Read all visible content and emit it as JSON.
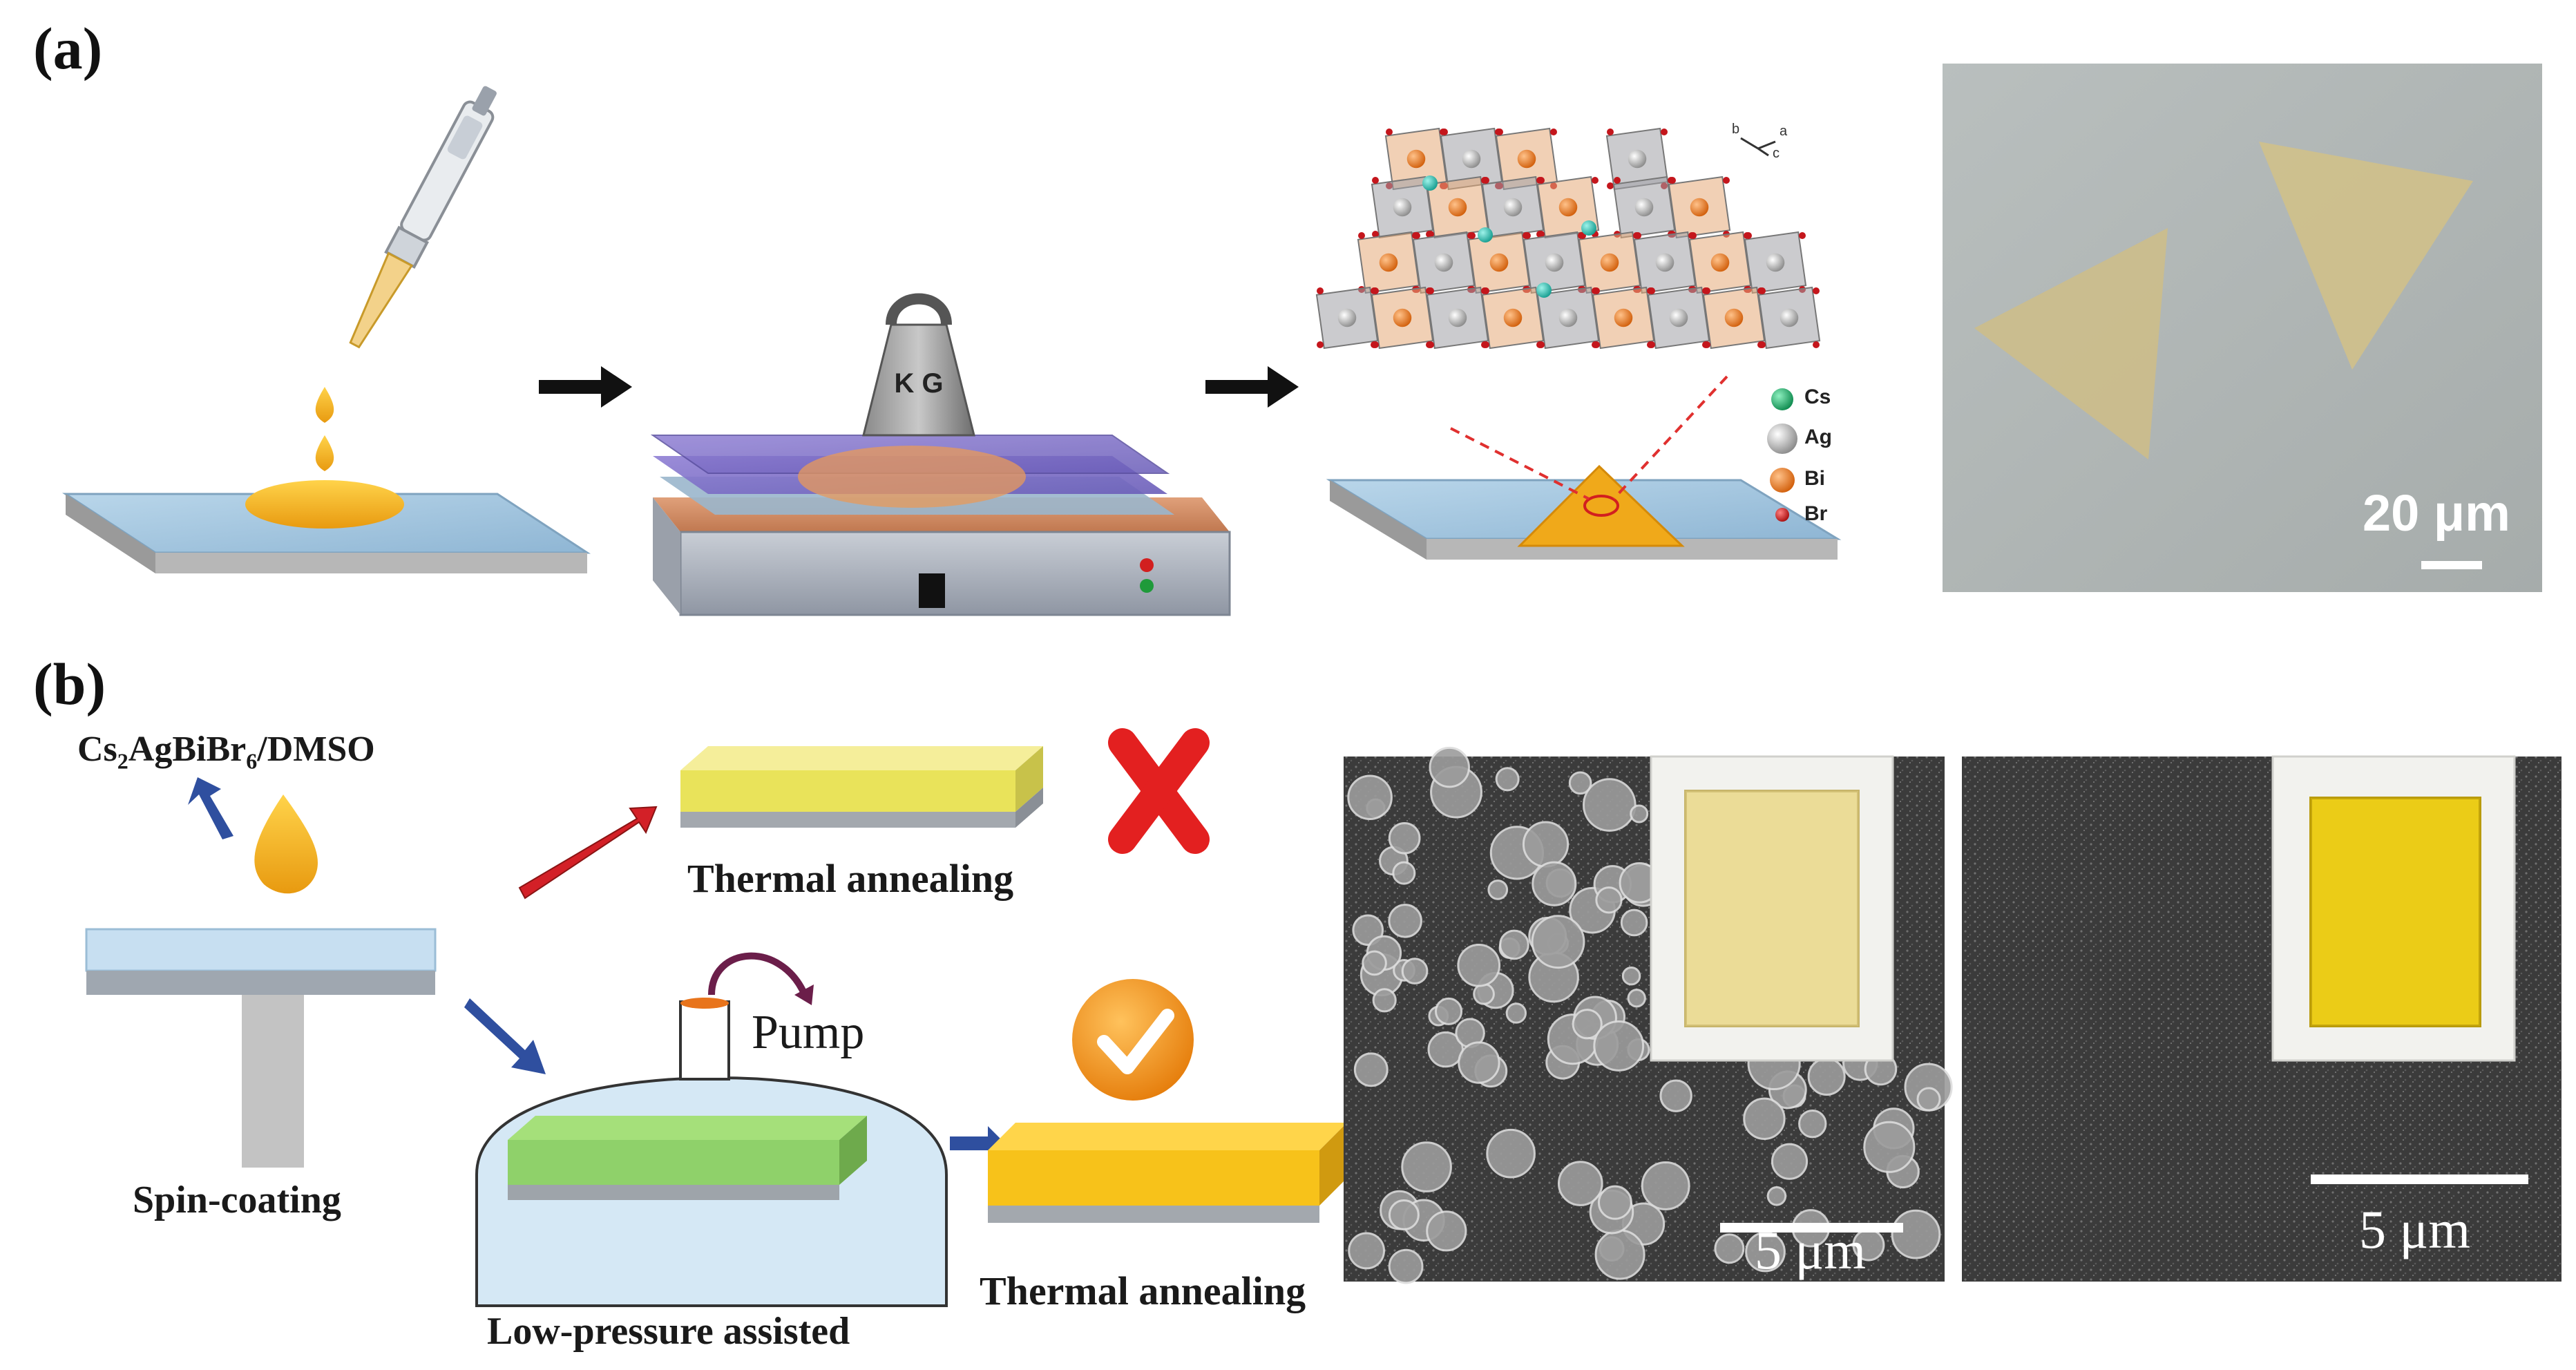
{
  "panels": {
    "a": {
      "label": "(a)"
    },
    "b": {
      "label": "(b)"
    }
  },
  "panel_a": {
    "weight_text": "K G",
    "legend": [
      "Cs",
      "Ag",
      "Bi",
      "Br"
    ],
    "legend_colors": [
      "#1aa36a",
      "#d9d9d9",
      "#e8741c",
      "#c4161c"
    ],
    "axis_letters": [
      "b",
      "a",
      "c"
    ],
    "micrograph_scale": "20 μm"
  },
  "panel_b": {
    "solution_label_main": "Cs",
    "solution_label_sub1": "2",
    "solution_label_mid": "AgBiBr",
    "solution_label_sub2": "6",
    "solution_label_end": "/DMSO",
    "spin_label": "Spin-coating",
    "thermal_label_top": "Thermal annealing",
    "pump_label": "Pump",
    "low_pressure_label": "Low-pressure assisted",
    "thermal_label_bottom": "Thermal annealing",
    "sem_left_scale": "5 μm",
    "sem_right_scale": "5 μm"
  },
  "colors": {
    "substrate_blue": "#a8c8e0",
    "droplet_yellow": "#f5b91a",
    "film_yellow": "#f2e24a",
    "film_green": "#8fd16a",
    "arrow_blue": "#2f4f9f",
    "arrow_red": "#d32027",
    "cross_red": "#e32020",
    "check_orange": "#f29a1a"
  }
}
